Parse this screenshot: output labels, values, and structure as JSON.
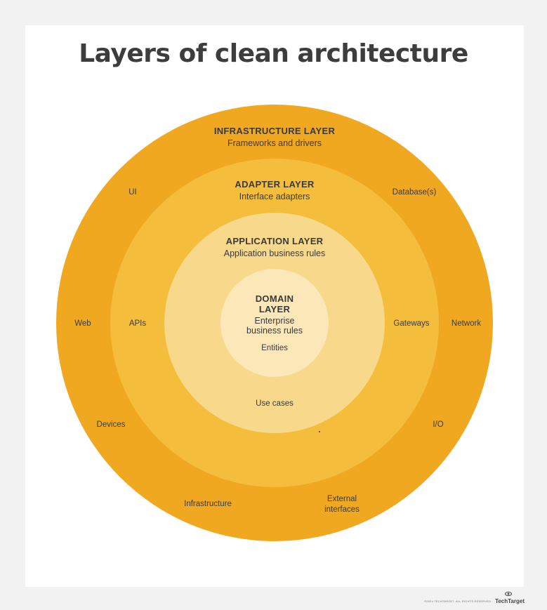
{
  "title": "Layers of clean architecture",
  "layers": {
    "infrastructure": {
      "title": "INFRASTRUCTURE LAYER",
      "subtitle": "Frameworks and drivers",
      "color": "#efa820"
    },
    "adapter": {
      "title": "ADAPTER LAYER",
      "subtitle": "Interface adapters",
      "color": "#f4bd3c"
    },
    "application": {
      "title": "APPLICATION LAYER",
      "subtitle": "Application business rules",
      "color": "#f8d88a"
    },
    "domain": {
      "title_line1": "DOMAIN",
      "title_line2": "LAYER",
      "subtitle_line1": "Enterprise",
      "subtitle_line2": "business rules",
      "color": "#fbe7b8"
    }
  },
  "outer_items": {
    "ui": "UI",
    "databases": "Database(s)",
    "web": "Web",
    "network": "Network",
    "devices": "Devices",
    "io": "I/O",
    "infrastructure": "Infrastructure",
    "external_line1": "External",
    "external_line2": "interfaces"
  },
  "adapter_items": {
    "apis": "APIs",
    "gateways": "Gateways"
  },
  "application_items": {
    "use_cases": "Use cases"
  },
  "domain_items": {
    "entities": "Entities"
  },
  "footer": {
    "copyright": "©2024 TECHTARGET. ALL RIGHTS RESERVED",
    "brand": "TechTarget"
  }
}
